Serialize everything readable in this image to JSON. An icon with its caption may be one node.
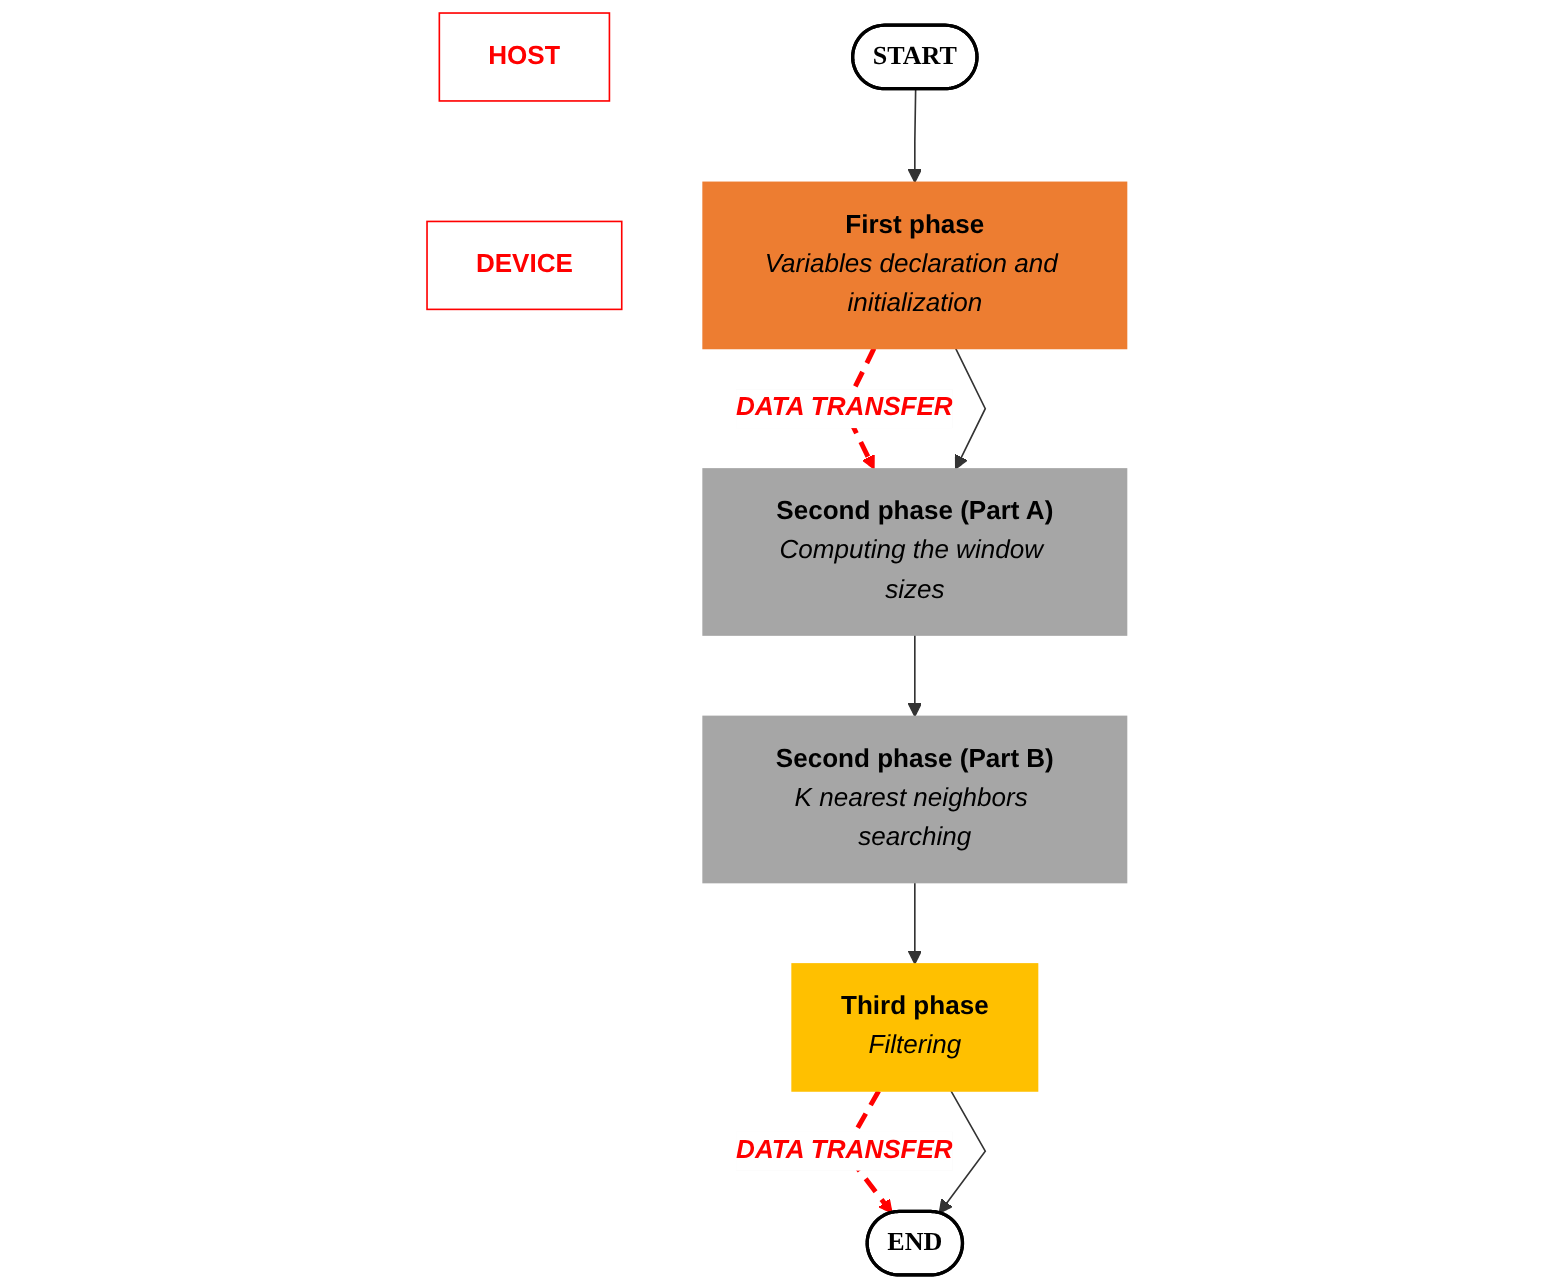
{
  "diagram": {
    "nodes": [
      {
        "text": [
          "HOST"
        ]
      },
      {
        "text": [
          "DEVICE"
        ]
      },
      {
        "text": [
          "START"
        ]
      },
      {
        "text": [
          "First phase",
          "Variables declaration and initialization"
        ]
      },
      {
        "text": [
          "Second phase (Part A)",
          "Computing the window sizes"
        ]
      },
      {
        "text": [
          "Second phase (Part B)",
          "K nearest neighbors searching"
        ]
      },
      {
        "text": [
          "Third phase",
          "Filtering"
        ]
      },
      {
        "text": [
          "END"
        ]
      }
    ],
    "edges": [
      {
        "from": 2,
        "to": 3,
        "arrow": "to"
      },
      {
        "from": 3,
        "to": 4,
        "arrow": "to",
        "label": "DATA TRANSFER",
        "style": "dashed",
        "color": "#ff0000"
      },
      {
        "from": 3,
        "to": 4,
        "arrow": "to"
      },
      {
        "from": 4,
        "to": 5,
        "arrow": "to"
      },
      {
        "from": 5,
        "to": 6,
        "arrow": "to"
      },
      {
        "from": 6,
        "to": 7,
        "arrow": "to",
        "label": "DATA TRANSFER",
        "style": "dashed",
        "color": "#ff0000"
      },
      {
        "from": 6,
        "to": 7,
        "arrow": "to"
      }
    ]
  }
}
